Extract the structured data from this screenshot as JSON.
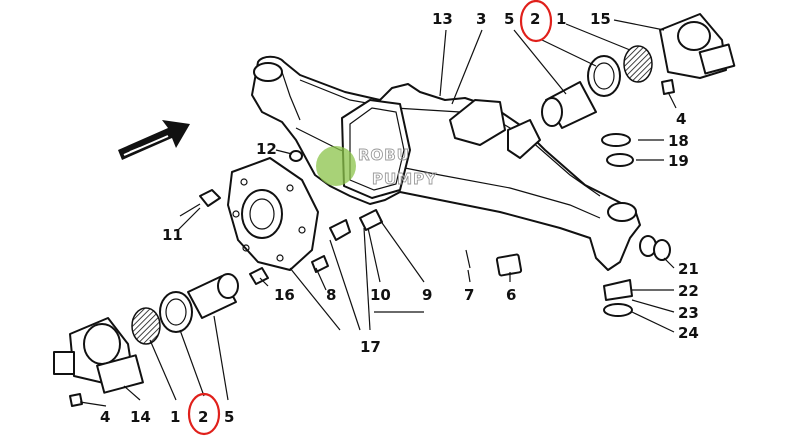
{
  "watermark": {
    "line1": "ROBU",
    "line2": "PUMPY",
    "color": "#8bc34a"
  },
  "highlight_color": "#e0201b",
  "callouts": [
    {
      "id": "c13a",
      "text": "13"
    },
    {
      "id": "c3a",
      "text": "3"
    },
    {
      "id": "c5a",
      "text": "5"
    },
    {
      "id": "c2a",
      "text": "2",
      "highlighted": true
    },
    {
      "id": "c1a",
      "text": "1"
    },
    {
      "id": "c15",
      "text": "15"
    },
    {
      "id": "c4a",
      "text": "4"
    },
    {
      "id": "c12",
      "text": "12"
    },
    {
      "id": "c18",
      "text": "18"
    },
    {
      "id": "c19",
      "text": "19"
    },
    {
      "id": "c11",
      "text": "11"
    },
    {
      "id": "c16",
      "text": "16"
    },
    {
      "id": "c8",
      "text": "8"
    },
    {
      "id": "c10",
      "text": "10"
    },
    {
      "id": "c9",
      "text": "9"
    },
    {
      "id": "c7",
      "text": "7"
    },
    {
      "id": "c6",
      "text": "6"
    },
    {
      "id": "c21",
      "text": "21"
    },
    {
      "id": "c22",
      "text": "22"
    },
    {
      "id": "c23",
      "text": "23"
    },
    {
      "id": "c24",
      "text": "24"
    },
    {
      "id": "c17",
      "text": "17"
    },
    {
      "id": "c4b",
      "text": "4"
    },
    {
      "id": "c14",
      "text": "14"
    },
    {
      "id": "c1b",
      "text": "1"
    },
    {
      "id": "c2b",
      "text": "2",
      "highlighted": true
    },
    {
      "id": "c5b",
      "text": "5"
    }
  ]
}
